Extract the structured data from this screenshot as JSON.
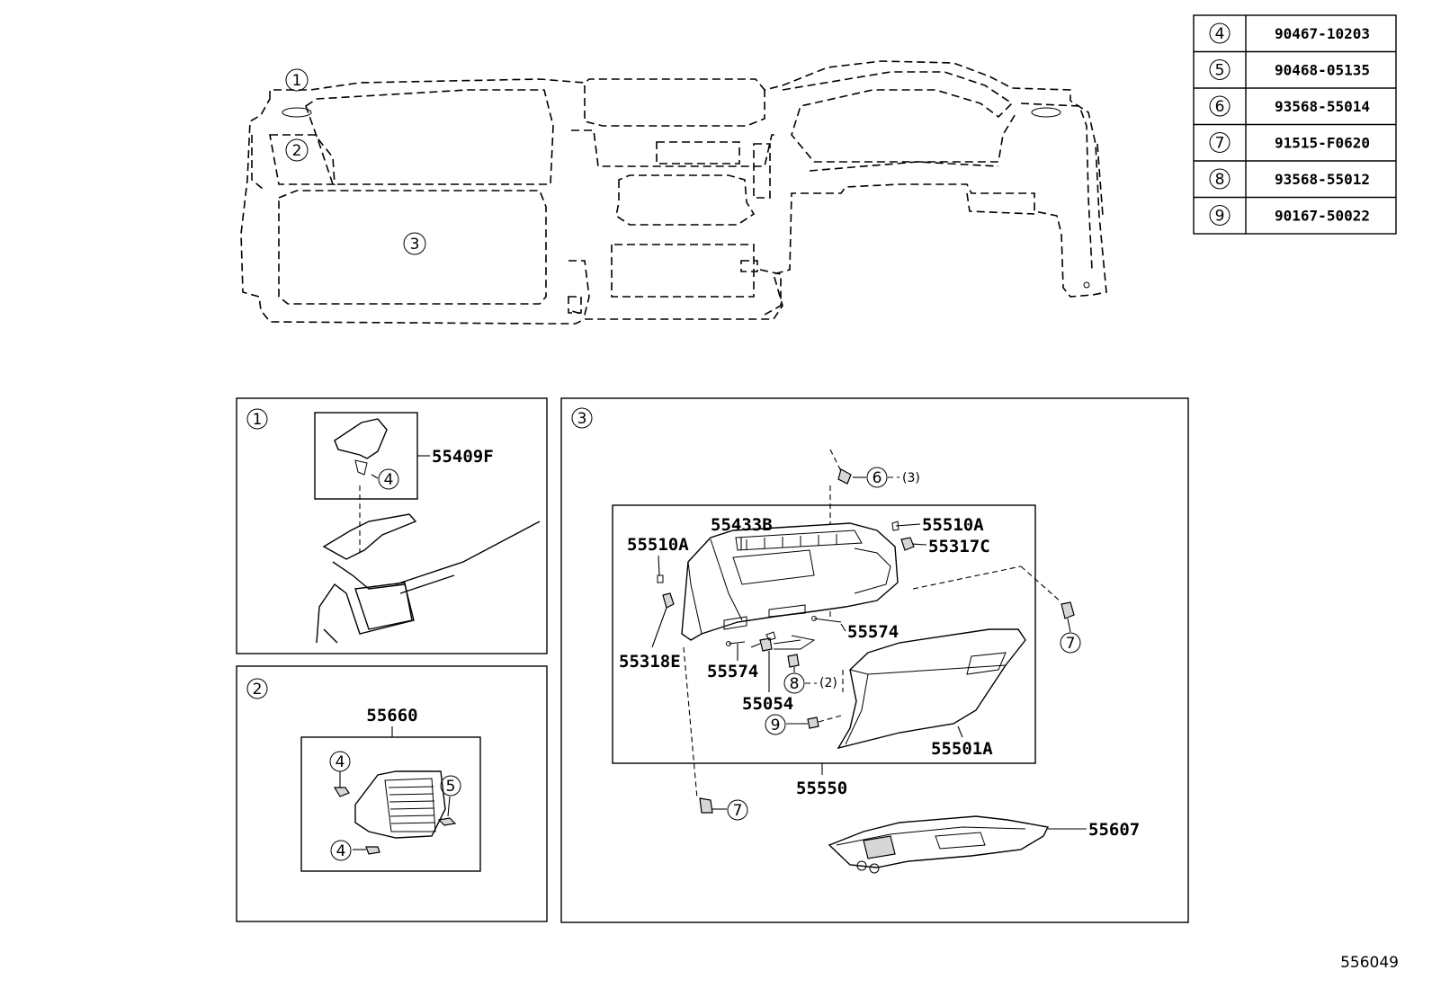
{
  "diagram_id": "556049",
  "reference_table": [
    {
      "ref": "4",
      "part_no": "90467-10203"
    },
    {
      "ref": "5",
      "part_no": "90468-05135"
    },
    {
      "ref": "6",
      "part_no": "93568-55014"
    },
    {
      "ref": "7",
      "part_no": "91515-F0620"
    },
    {
      "ref": "8",
      "part_no": "93568-55012"
    },
    {
      "ref": "9",
      "part_no": "90167-50022"
    }
  ],
  "overview": {
    "callouts": [
      "1",
      "2",
      "3"
    ]
  },
  "panel1": {
    "index": "1",
    "parts": {
      "vent_cover": "55409F"
    },
    "ref_callout": "4"
  },
  "panel2": {
    "index": "2",
    "parts": {
      "vent_assembly": "55660"
    },
    "ref_callouts": [
      "4",
      "5",
      "4"
    ]
  },
  "panel3": {
    "index": "3",
    "parts": {
      "door_upper": "55433B",
      "stopper_left": "55510A",
      "stopper_right": "55510A",
      "bumper": "55317C",
      "lock_pin": "55318E",
      "pin_right": "55574",
      "pin_left": "55574",
      "damper": "55054",
      "door_lower": "55501A",
      "assembly": "55550",
      "reinforcement": "55607"
    },
    "refs": {
      "screw_top": "6",
      "screw_top_qty": "(3)",
      "clip_right": "7",
      "screw_mid": "8",
      "screw_mid_qty": "(2)",
      "screw_low": "9",
      "clip_bottom": "7"
    }
  }
}
